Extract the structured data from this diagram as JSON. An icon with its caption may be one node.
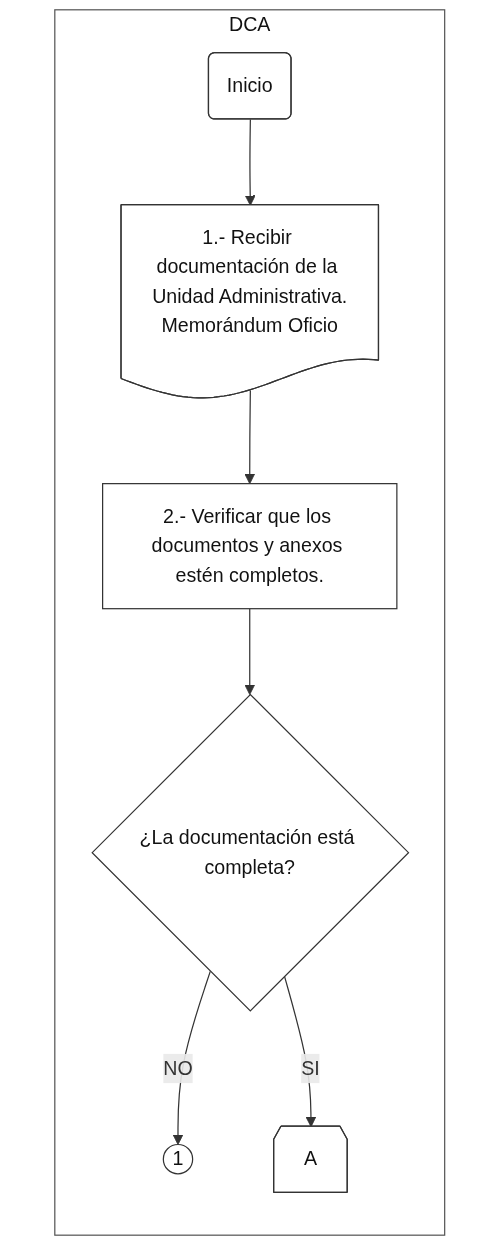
{
  "diagram": {
    "nodes": [
      {
        "text": [
          "DCA"
        ]
      },
      {
        "text": [
          "Inicio"
        ],
        "in": 0
      },
      {
        "text": [
          "1.- Recibir documentación de la Unidad Administrativa.",
          "Memorándum Oficio"
        ],
        "in": 0
      },
      {
        "text": [
          "2.- Verificar que los documentos y anexos estén completos."
        ],
        "in": 0
      },
      {
        "text": [
          "¿La documentación está completa?"
        ],
        "in": 0
      },
      {
        "text": [
          "1"
        ],
        "in": 0
      },
      {
        "text": [
          "A"
        ],
        "in": 0
      }
    ],
    "edges": [
      {
        "from": 1,
        "to": 2,
        "arrow": "to"
      },
      {
        "from": 2,
        "to": 3,
        "arrow": "to"
      },
      {
        "from": 3,
        "to": 4,
        "arrow": "to"
      },
      {
        "from": 4,
        "to": 5,
        "arrow": "to",
        "label": "NO"
      },
      {
        "from": 4,
        "to": 6,
        "arrow": "to",
        "label": "SI"
      }
    ]
  }
}
